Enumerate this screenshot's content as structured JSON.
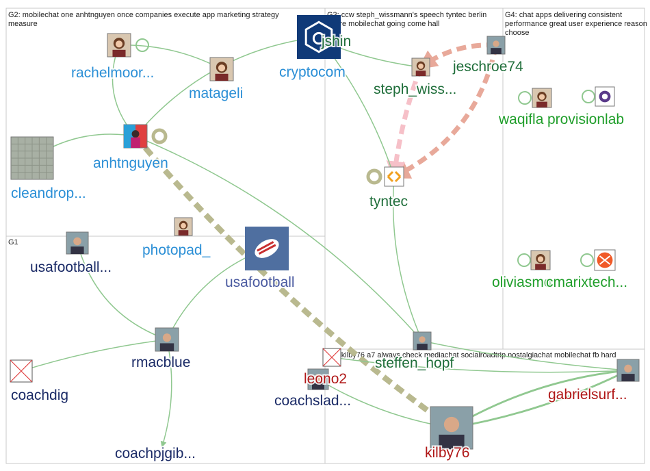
{
  "groups": [
    {
      "id": "G2",
      "label": "G2: mobilechat one anhtnguyen once companies execute app marketing strategy",
      "label2": "measure"
    },
    {
      "id": "G3",
      "label": "G3: ccw steph_wissmann's speech tyntec berlin",
      "label2": "future mobilechat going come hall"
    },
    {
      "id": "G4",
      "label": "G4: chat apps delivering consistent",
      "label2": "performance great user experience reason",
      "label3": "choose"
    },
    {
      "id": "G1",
      "label": "G1"
    },
    {
      "id": "G5",
      "label": "G5: kilby76 a7 always check mediachat socialroadtrip nostalgiachat mobilechat fb hard"
    }
  ],
  "colors": {
    "g1": "#1a2a66",
    "g2": "#2b8fd6",
    "g3": "#1f6e3a",
    "g4": "#1f9e2a",
    "g5": "#b01818",
    "usafootball": "#4a5aa0",
    "edge_green": "#90c890",
    "edge_olive": "#b9b98f",
    "edge_salmon": "#e8a99a",
    "edge_pink": "#f6c0c8"
  },
  "nodes": [
    {
      "id": "rachelmoor",
      "label": "rachelmoor...",
      "group": "g2",
      "icon": "avatar-woman"
    },
    {
      "id": "matageli",
      "label": "matageli",
      "group": "g2",
      "icon": "avatar-woman"
    },
    {
      "id": "cryptocom",
      "label": "cryptocom",
      "group": "g2",
      "icon": "crypto-logo"
    },
    {
      "id": "anhtnguyen",
      "label": "anhtnguyen",
      "group": "g2",
      "icon": "avatar-person"
    },
    {
      "id": "cleandrop",
      "label": "cleandrop...",
      "group": "g2",
      "icon": "tile-photo"
    },
    {
      "id": "photopad",
      "label": "photopad_",
      "group": "g2",
      "icon": "avatar-woman"
    },
    {
      "id": "jshin",
      "label": "jshin",
      "group": "g3",
      "icon": "none"
    },
    {
      "id": "steph",
      "label": "steph_wiss...",
      "group": "g3",
      "icon": "avatar-woman"
    },
    {
      "id": "jeschroe74",
      "label": "jeschroe74",
      "group": "g3",
      "icon": "avatar-man"
    },
    {
      "id": "tyntec",
      "label": "tyntec",
      "group": "g3",
      "icon": "tyntec-logo"
    },
    {
      "id": "steffen",
      "label": "steffen_hopf",
      "group": "g3",
      "icon": "avatar-man"
    },
    {
      "id": "waqifl",
      "label": "waqifla",
      "group": "g4",
      "icon": "avatar-woman"
    },
    {
      "id": "provisionlab",
      "label": "provisionlab",
      "group": "g4",
      "icon": "lab-logo"
    },
    {
      "id": "olivias",
      "label": "oliviasmo",
      "group": "g4",
      "icon": "avatar-woman"
    },
    {
      "id": "cmarixtech",
      "label": "cmarixtech...",
      "group": "g4",
      "icon": "cmarix-logo"
    },
    {
      "id": "usafootballx",
      "label": "usafootball...",
      "group": "g1",
      "icon": "avatar-man"
    },
    {
      "id": "usafootball",
      "label": "usafootball",
      "group": "usafootball",
      "icon": "football-logo"
    },
    {
      "id": "rmacblue",
      "label": "rmacblue",
      "group": "g1",
      "icon": "avatar-man"
    },
    {
      "id": "coachdig",
      "label": "coachdig",
      "group": "g1",
      "icon": "broken-image"
    },
    {
      "id": "coachslad",
      "label": "coachslad...",
      "group": "g1",
      "icon": "avatar-man"
    },
    {
      "id": "coachpjgib",
      "label": "coachpjgib...",
      "group": "g1",
      "icon": "none"
    },
    {
      "id": "leno2",
      "label": "leono2",
      "group": "g5",
      "icon": "broken-image"
    },
    {
      "id": "kilby76",
      "label": "kilby76",
      "group": "g5",
      "icon": "avatar-man"
    },
    {
      "id": "gabrielsurf",
      "label": "gabrielsurf...",
      "group": "g5",
      "icon": "avatar-man"
    }
  ],
  "edges": [
    {
      "from": "rachelmoor",
      "to": "anhtnguyen",
      "color": "edge_green",
      "weight": 1
    },
    {
      "from": "matageli",
      "to": "rachelmoor",
      "color": "edge_green",
      "weight": 1
    },
    {
      "from": "cryptocom",
      "to": "anhtnguyen",
      "color": "edge_green",
      "weight": 1
    },
    {
      "from": "cleandrop",
      "to": "anhtnguyen",
      "color": "edge_green",
      "weight": 1
    },
    {
      "from": "anhtnguyen",
      "to": "kilby76",
      "color": "edge_olive",
      "weight": 6
    },
    {
      "from": "anhtnguyen",
      "to": "steffen",
      "color": "edge_green",
      "weight": 1
    },
    {
      "from": "jeschroe74",
      "to": "tyntec",
      "color": "edge_salmon",
      "weight": 5
    },
    {
      "from": "steph",
      "to": "tyntec",
      "color": "edge_pink",
      "weight": 5
    },
    {
      "from": "jeschroe74",
      "to": "steph",
      "color": "edge_salmon",
      "weight": 5
    },
    {
      "from": "jshin",
      "to": "tyntec",
      "color": "edge_green",
      "weight": 1
    },
    {
      "from": "steffen",
      "to": "tyntec",
      "color": "edge_green",
      "weight": 1
    },
    {
      "from": "jshin",
      "to": "steph",
      "color": "edge_green",
      "weight": 1
    },
    {
      "from": "rmacblue",
      "to": "coachdig",
      "color": "edge_green",
      "weight": 1
    },
    {
      "from": "rmacblue",
      "to": "coachpjgib",
      "color": "edge_green",
      "weight": 1
    },
    {
      "from": "rmacblue",
      "to": "usafootball",
      "color": "edge_green",
      "weight": 1
    },
    {
      "from": "usafootballx",
      "to": "rmacblue",
      "color": "edge_green",
      "weight": 1
    },
    {
      "from": "coachslad",
      "to": "kilby76",
      "color": "edge_green",
      "weight": 1
    },
    {
      "from": "kilby76",
      "to": "gabrielsurf",
      "color": "edge_green",
      "weight": 2
    },
    {
      "from": "gabrielsurf",
      "to": "kilby76",
      "color": "edge_green",
      "weight": 2
    },
    {
      "from": "leno2",
      "to": "gabrielsurf",
      "color": "edge_green",
      "weight": 1
    },
    {
      "from": "steffen",
      "to": "gabrielsurf",
      "color": "edge_green",
      "weight": 1
    }
  ]
}
